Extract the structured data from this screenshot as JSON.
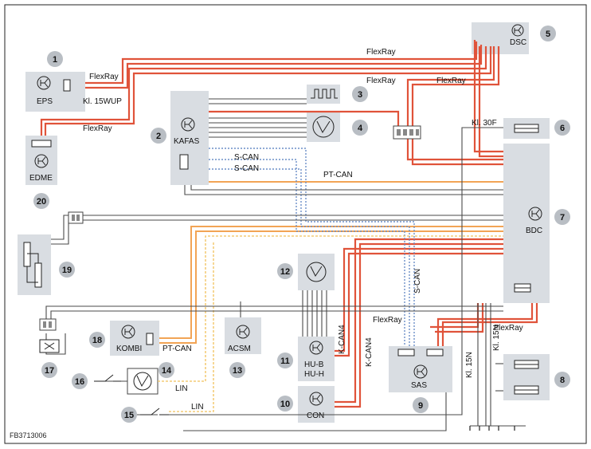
{
  "figure_id": "FB3713006",
  "components": [
    {
      "key": "eps",
      "label": "EPS",
      "callout": "1"
    },
    {
      "key": "kafas",
      "label": "KAFAS",
      "callout": "2"
    },
    {
      "key": "c3",
      "label": "",
      "callout": "3"
    },
    {
      "key": "c4",
      "label": "",
      "callout": "4"
    },
    {
      "key": "dsc",
      "label": "DSC",
      "callout": "5"
    },
    {
      "key": "c6",
      "label": "",
      "callout": "6"
    },
    {
      "key": "bdc",
      "label": "BDC",
      "callout": "7"
    },
    {
      "key": "c8",
      "label": "",
      "callout": "8"
    },
    {
      "key": "sas",
      "label": "SAS",
      "callout": "9"
    },
    {
      "key": "con",
      "label": "CON",
      "callout": "10"
    },
    {
      "key": "hu",
      "label": "HU-B",
      "label2": "HU-H",
      "callout": "11"
    },
    {
      "key": "c12",
      "label": "",
      "callout": "12"
    },
    {
      "key": "acsm",
      "label": "ACSM",
      "callout": "13"
    },
    {
      "key": "c14",
      "label": "",
      "callout": "14"
    },
    {
      "key": "c15",
      "label": "",
      "callout": "15"
    },
    {
      "key": "c16",
      "label": "",
      "callout": "16"
    },
    {
      "key": "c17",
      "label": "",
      "callout": "17"
    },
    {
      "key": "kombi",
      "label": "KOMBI",
      "callout": "18"
    },
    {
      "key": "c19",
      "label": "",
      "callout": "19"
    },
    {
      "key": "edme",
      "label": "EDME",
      "callout": "20"
    }
  ],
  "wire_labels": {
    "flexray_top": "FlexRay",
    "flexray_eps": "FlexRay",
    "kl15wup": "Kl. 15WUP",
    "flexray_edme": "FlexRay",
    "flexray_kafas": "FlexRay",
    "flexray_dsc": "FlexRay",
    "kl30f": "Kl. 30F",
    "scan1": "S-CAN",
    "scan2": "S-CAN",
    "ptcan": "PT-CAN",
    "scan_vertical": "S-CAN",
    "kcan4_a": "K-CAN4",
    "kcan4_b": "K-CAN4",
    "flexray_sas": "FlexRay",
    "flexray_bdc": "FlexRay",
    "kl15n_a": "Kl. 15N",
    "kl15n_b": "Kl. 15N",
    "ptcan_kombi": "PT-CAN",
    "lin_a": "LIN",
    "lin_b": "LIN"
  },
  "colors": {
    "flexray": "#e0533a",
    "ptcan": "#f2a455",
    "scan": "#6b8fc7",
    "lin": "#f1c15a",
    "wire": "#4a4a4a",
    "module": "#d9dde2",
    "callout": "#b9bec4"
  }
}
